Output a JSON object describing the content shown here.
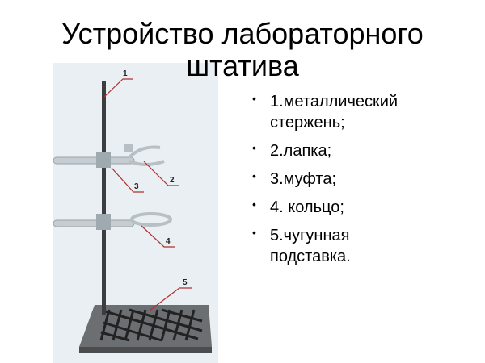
{
  "slide": {
    "title_line1": "Устройство лабораторного",
    "title_line2": "штатива"
  },
  "figure": {
    "labels": [
      "1",
      "2",
      "3",
      "4",
      "5"
    ],
    "background_color": "#e9eff3",
    "leader_color": "#b03030"
  },
  "list": {
    "items": [
      {
        "line1": "1.металлический",
        "line2": "стержень;"
      },
      {
        "line1": "2.лапка;"
      },
      {
        "line1": "3.муфта;"
      },
      {
        "line1": "4. кольцо;"
      },
      {
        "line1": "5.чугунная",
        "line2": "подставка."
      }
    ]
  }
}
